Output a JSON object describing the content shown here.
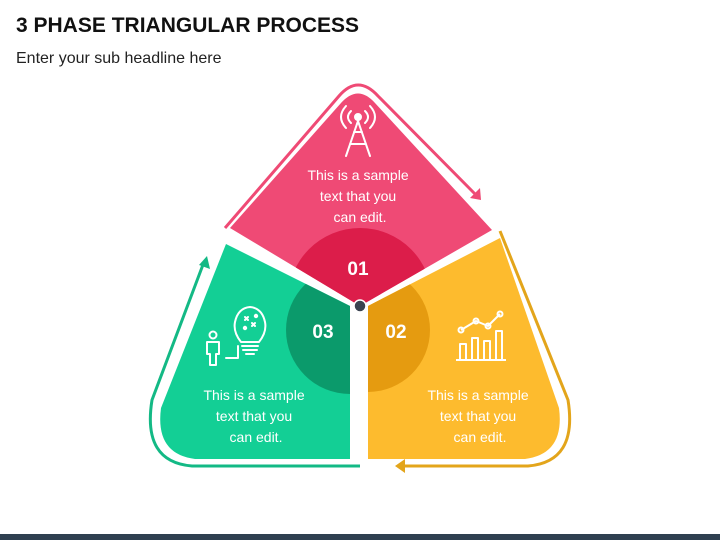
{
  "title": "3 PHASE TRIANGULAR PROCESS",
  "subtitle": "Enter your sub headline here",
  "colors": {
    "phase1": "#ef4a75",
    "phase1_dark": "#dc1d4a",
    "phase2": "#fdbb2e",
    "phase2_dark": "#e59b10",
    "phase3": "#13cf95",
    "phase3_dark": "#0b9a6b",
    "hub": "#3a4350",
    "bottom_bar": "#2f4050"
  },
  "phases": [
    {
      "number": "01",
      "icon": "antenna-tower-icon",
      "text": [
        "This is a sample",
        "text that you",
        "can edit."
      ]
    },
    {
      "number": "02",
      "icon": "bar-chart-trend-icon",
      "text": [
        "This is a sample",
        "text that you",
        "can edit."
      ]
    },
    {
      "number": "03",
      "icon": "person-lightbulb-idea-icon",
      "text": [
        "This is a sample",
        "text that you",
        "can edit."
      ]
    }
  ]
}
